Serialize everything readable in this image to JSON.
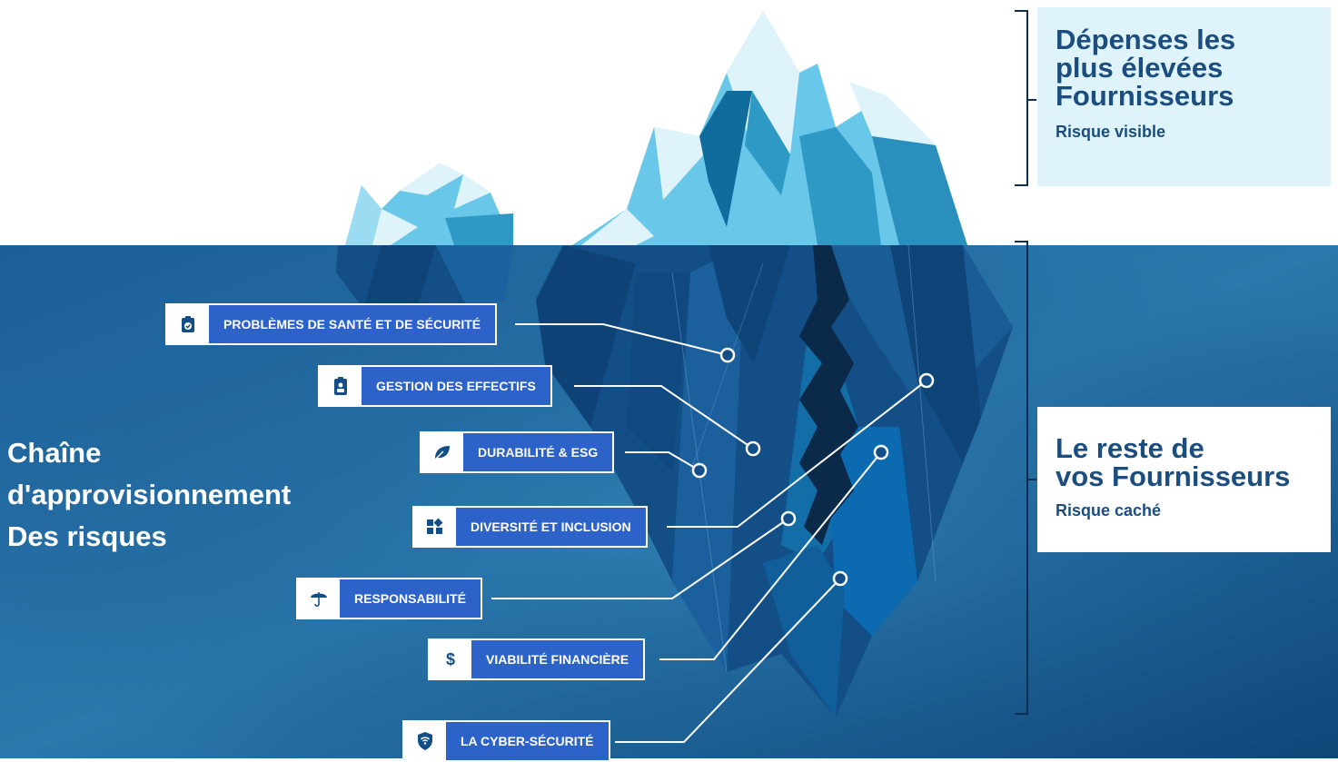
{
  "left_title": [
    "Chaîne",
    "d'approvisionnement",
    "Des risques"
  ],
  "top_box": {
    "title_lines": [
      "Dépenses les",
      "plus élevées",
      "Fournisseurs"
    ],
    "subtitle": "Risque visible",
    "background": "#dff3fa"
  },
  "bottom_box": {
    "title_lines": [
      "Le reste de",
      "vos Fournisseurs"
    ],
    "subtitle": "Risque caché",
    "background": "#ffffff"
  },
  "risks": [
    {
      "label": "PROBLÈMES DE SANTÉ ET DE SÉCURITÉ",
      "icon": "clipboard-check-icon"
    },
    {
      "label": "GESTION DES EFFECTIFS",
      "icon": "id-badge-icon"
    },
    {
      "label": "DURABILITÉ & ESG",
      "icon": "leaf-icon"
    },
    {
      "label": "DIVERSITÉ ET INCLUSION",
      "icon": "puzzle-blocks-icon"
    },
    {
      "label": "RESPONSABILITÉ",
      "icon": "umbrella-icon"
    },
    {
      "label": "VIABILITÉ FINANCIÈRE",
      "icon": "dollar-icon"
    },
    {
      "label": "LA CYBER-SÉCURITÉ",
      "icon": "shield-wifi-icon"
    }
  ],
  "colors": {
    "water_top": "#1a5a92",
    "water_bottom": "#114a7c",
    "label_fill": "#2d63c8",
    "text_dark": "#1b4e7e",
    "ice_light": "#69c8e9",
    "ice_white": "#dff3fa"
  }
}
